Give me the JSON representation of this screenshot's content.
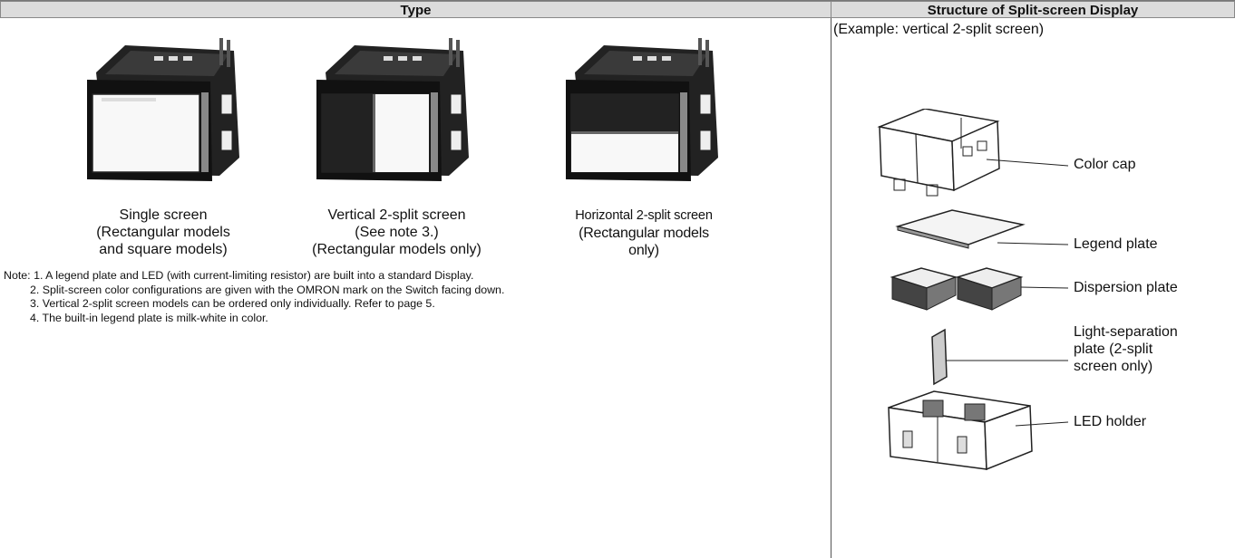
{
  "headers": {
    "type": "Type",
    "structure": "Structure of Split-screen Display"
  },
  "types": [
    {
      "lines": [
        "Single screen",
        "(Rectangular models",
        "and square models)"
      ]
    },
    {
      "lines": [
        "Vertical 2-split screen",
        "(See note 3.)",
        "(Rectangular models only)"
      ]
    },
    {
      "lines": [
        "Horizontal 2-split screen",
        "(Rectangular models",
        "only)"
      ]
    }
  ],
  "notes": {
    "prefix": "Note:",
    "items": [
      "1. A legend plate and LED (with current-limiting resistor) are built into a standard Display.",
      "2. Split-screen color configurations are given with the OMRON mark on the Switch facing down.",
      "3. Vertical 2-split screen models can be ordered only individually. Refer to page 5.",
      "4. The built-in legend plate is milk-white in color."
    ]
  },
  "structure": {
    "example": "(Example: vertical 2-split screen)",
    "parts": [
      {
        "lines": [
          "Color cap"
        ]
      },
      {
        "lines": [
          "Legend plate"
        ]
      },
      {
        "lines": [
          "Dispersion plate"
        ]
      },
      {
        "lines": [
          "Light-separation",
          "plate (2-split",
          "screen only)"
        ]
      },
      {
        "lines": [
          "LED holder"
        ]
      }
    ]
  }
}
